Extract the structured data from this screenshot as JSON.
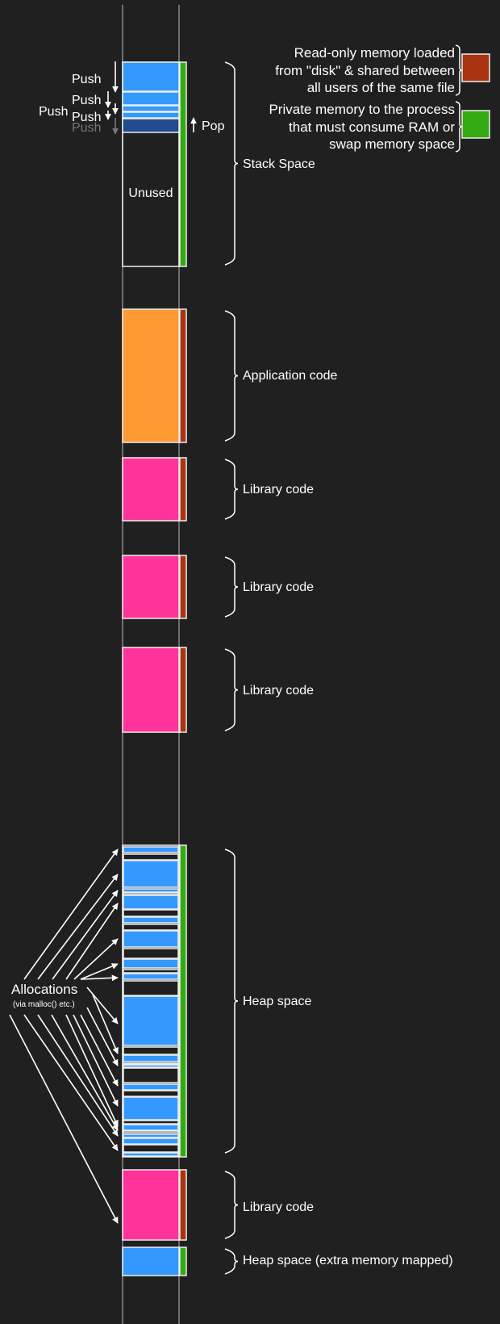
{
  "colors": {
    "background": "#202020",
    "stack_used": "#3399ff",
    "stack_pushing": "#234a8f",
    "app_code": "#ff9933",
    "library_code": "#ff3399",
    "heap_alloc": "#3399ff",
    "readonly": "#aa3311",
    "private": "#33aa11"
  },
  "legend": {
    "readonly": {
      "lines": [
        "Read-only memory loaded",
        "from \"disk\" & shared between",
        "all users of the same file"
      ]
    },
    "private": {
      "lines": [
        "Private memory to the process",
        "that must consume RAM or",
        "swap memory space"
      ]
    }
  },
  "stack": {
    "push_labels": [
      "Push",
      "Push",
      "Push",
      "Push",
      "Push"
    ],
    "pop_label": "Pop",
    "unused_label": "Unused",
    "region_label": "Stack Space"
  },
  "regions": {
    "app_code": "Application code",
    "library_1": "Library code",
    "library_2": "Library code",
    "library_3": "Library code",
    "heap": "Heap space",
    "library_4": "Library code",
    "heap_extra": "Heap space (extra memory mapped)"
  },
  "allocations": {
    "label": "Allocations",
    "sublabel": "(via malloc() etc.)"
  }
}
